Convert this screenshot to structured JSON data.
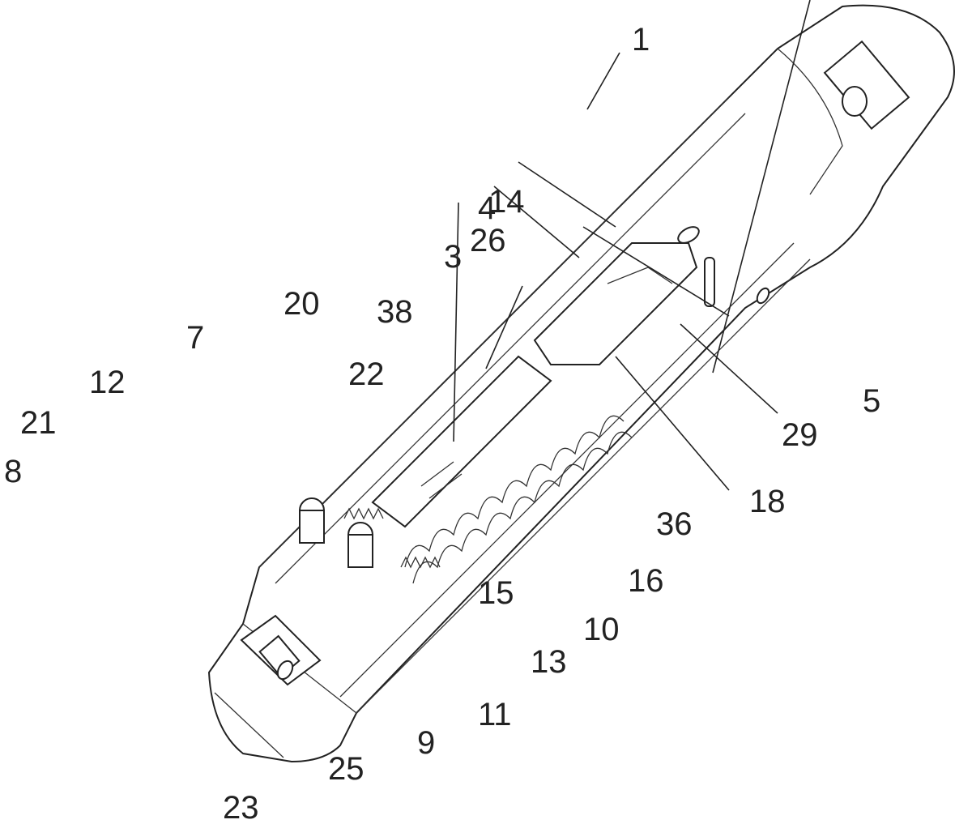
{
  "figure": {
    "title": "Perspective cut-away view of device 1",
    "reference_numerals": [
      {
        "id": "1",
        "label": "1"
      },
      {
        "id": "3",
        "label": "3"
      },
      {
        "id": "4",
        "label": "4"
      },
      {
        "id": "5",
        "label": "5"
      },
      {
        "id": "7",
        "label": "7"
      },
      {
        "id": "8",
        "label": "8"
      },
      {
        "id": "9",
        "label": "9"
      },
      {
        "id": "10",
        "label": "10"
      },
      {
        "id": "11",
        "label": "11"
      },
      {
        "id": "12",
        "label": "12"
      },
      {
        "id": "13",
        "label": "13"
      },
      {
        "id": "14",
        "label": "14"
      },
      {
        "id": "15",
        "label": "15"
      },
      {
        "id": "16",
        "label": "16"
      },
      {
        "id": "18",
        "label": "18"
      },
      {
        "id": "20",
        "label": "20"
      },
      {
        "id": "21",
        "label": "21"
      },
      {
        "id": "22",
        "label": "22"
      },
      {
        "id": "23",
        "label": "23"
      },
      {
        "id": "25",
        "label": "25"
      },
      {
        "id": "26",
        "label": "26"
      },
      {
        "id": "29",
        "label": "29"
      },
      {
        "id": "36",
        "label": "36"
      },
      {
        "id": "38",
        "label": "38"
      }
    ]
  }
}
